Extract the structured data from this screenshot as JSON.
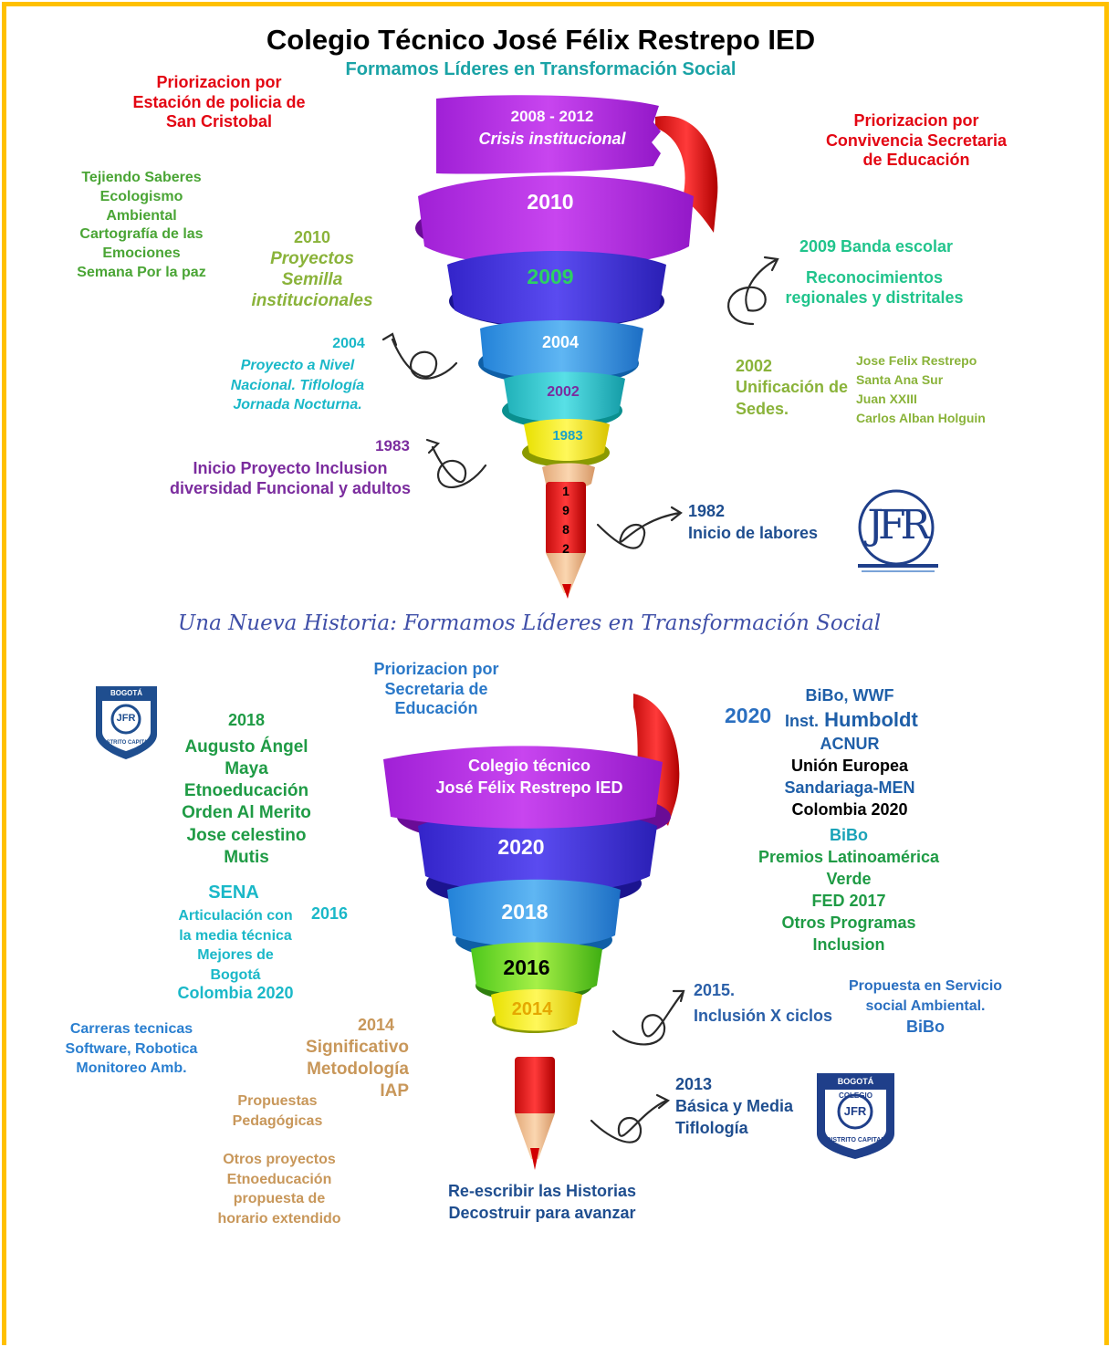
{
  "header": {
    "title": "Colegio Técnico José Félix Restrepo IED",
    "subtitle": "Formamos Líderes en Transformación Social"
  },
  "top_spiral": {
    "band_top_year": "2008 - 2012",
    "band_top_label": "Crisis institucional",
    "bands": [
      "2010",
      "2009",
      "2004",
      "2002",
      "1983"
    ],
    "pencil_digits": [
      "1",
      "9",
      "8",
      "2"
    ]
  },
  "top_notes": {
    "left_priority": [
      "Priorizacion por",
      "Estación de policia de",
      "San Cristobal"
    ],
    "right_priority": [
      "Priorizacion por",
      "Convivencia Secretaria",
      "de Educación"
    ],
    "tejiendo": [
      "Tejiendo Saberes",
      "Ecologismo",
      "Ambiental",
      "Cartografía de las",
      "Emociones",
      "Semana Por la paz"
    ],
    "proyectos_year": "2010",
    "proyectos": [
      "Proyectos",
      "Semilla",
      "institucionales"
    ],
    "banda": "2009 Banda escolar",
    "reconocimientos": [
      "Reconocimientos",
      "regionales y distritales"
    ],
    "p2004_year": "2004",
    "p2004": [
      "Proyecto a Nivel",
      "Nacional. Tiflología",
      "Jornada Nocturna."
    ],
    "p2002_year": "2002",
    "p2002": [
      "Unificación de",
      "Sedes."
    ],
    "sedes": [
      "Jose Felix Restrepo",
      "Santa Ana Sur",
      "Juan XXIII",
      "Carlos Alban Holguin"
    ],
    "p1983_year": "1983",
    "p1983": [
      "Inicio Proyecto Inclusion",
      "diversidad Funcional y adultos"
    ],
    "p1982_year": "1982",
    "p1982": "Inicio de labores"
  },
  "script_line": "Una Nueva Historia: Formamos Líderes en Transformación Social",
  "bottom_spiral": {
    "top_band": [
      "Colegio técnico",
      "José Félix Restrepo IED"
    ],
    "bands": [
      "2020",
      "2018",
      "2016",
      "2014"
    ]
  },
  "bottom_notes": {
    "priority": [
      "Priorizacion por",
      "Secretaria de",
      "Educación"
    ],
    "y2018": "2018",
    "list2018": [
      "Augusto Ángel",
      "Maya",
      "Etnoeducación",
      "Orden Al Merito",
      "Jose celestino",
      "Mutis"
    ],
    "sena": "SENA",
    "sena_list": [
      "Articulación con",
      "la media técnica",
      "Mejores de",
      "Bogotá"
    ],
    "colombia": "Colombia 2020",
    "y2016": "2016",
    "carreras": [
      "Carreras tecnicas",
      "Software, Robotica",
      "Monitoreo Amb."
    ],
    "y2014": "2014",
    "list2014": [
      "Significativo",
      "Metodología",
      "IAP"
    ],
    "propuestas": [
      "Propuestas",
      "Pedagógicas"
    ],
    "otros": [
      "Otros proyectos",
      "Etnoeducación",
      "propuesta de",
      "horario extendido"
    ],
    "y2020": "2020",
    "partners": [
      "BiBo, WWF",
      "Inst.",
      "Humboldt",
      "ACNUR",
      "Unión Europea",
      "Sandariaga-MEN",
      "Colombia 2020"
    ],
    "bibo": [
      "BiBo",
      "Premios Latinoamérica",
      "Verde",
      "FED 2017",
      "Otros Programas",
      "Inclusion"
    ],
    "y2015": "2015.",
    "inclusion": "Inclusión X ciclos",
    "servicio": [
      "Propuesta en Servicio",
      "social Ambiental.",
      "BiBo"
    ],
    "y2013": "2013",
    "basica": [
      "Básica y Media",
      "Tiflología"
    ],
    "reescribir": [
      "Re-escribir las Historias",
      "Decostruir para avanzar"
    ]
  },
  "logos": {
    "jfr_letters": "JFR",
    "shield_top": "BOGOTÁ",
    "shield_bottom": "DISTRITO CAPITAL",
    "shield_mid": "JFR",
    "shield_colegio": "COLEGIO"
  }
}
